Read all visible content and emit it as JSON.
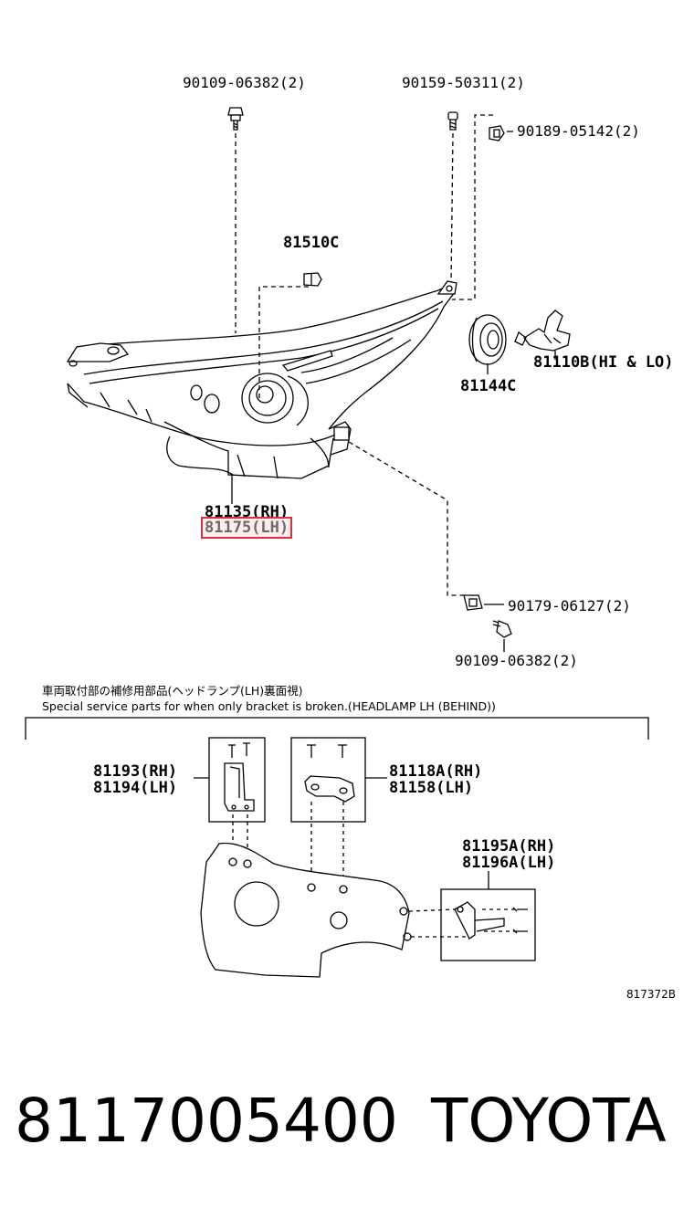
{
  "diagram": {
    "callouts": {
      "bolt_top_left": "90109-06382(2)",
      "screw_top_right": "90159-50311(2)",
      "nut_top_right": "90189-05142(2)",
      "bulb_small": "81510C",
      "bulb_main": "81110B(HI & LO)",
      "bulb_cover": "81144C",
      "headlamp_rh": "81135(RH)",
      "headlamp_lh": "81175(LH)",
      "clip_lower": "90179-06127(2)",
      "bolt_lower": "90109-06382(2)"
    },
    "service_note_jp": "車両取付部の補修用部品(ヘッドランプ(LH)裏面視)",
    "service_note_en": "Special service parts for when only bracket is broken.(HEADLAMP LH (BEHIND))",
    "bracket_callouts": {
      "bracket_a_rh": "81193(RH)",
      "bracket_a_lh": "81194(LH)",
      "bracket_b_rh": "81118A(RH)",
      "bracket_b_lh": "81158(LH)",
      "bracket_c_rh": "81195A(RH)",
      "bracket_c_lh": "81196A(LH)"
    },
    "drawing_code": "817372B"
  },
  "footer": {
    "part_number": "8117005400",
    "brand": "TOYOTA"
  },
  "colors": {
    "highlight": "#d8323c",
    "ink": "#000000"
  }
}
